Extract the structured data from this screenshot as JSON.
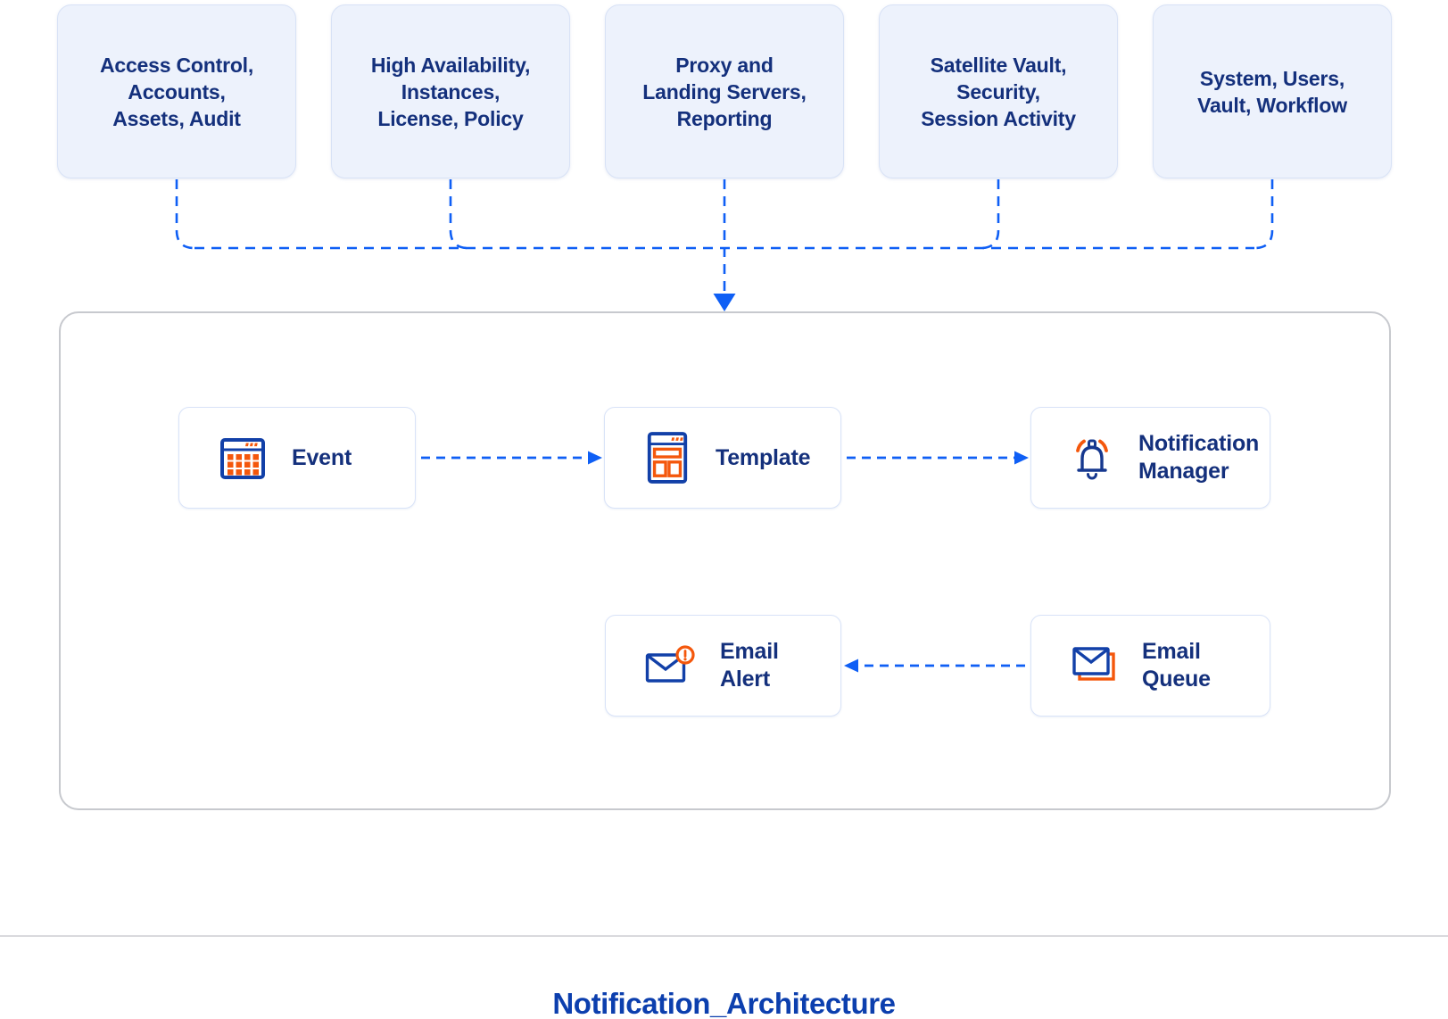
{
  "diagram": {
    "title": "Notification_Architecture",
    "source_groups": [
      {
        "label": "Access Control,\nAccounts,\nAssets, Audit"
      },
      {
        "label": "High Availability,\nInstances,\nLicense, Policy"
      },
      {
        "label": "Proxy and\nLanding Servers,\nReporting"
      },
      {
        "label": "Satellite Vault,\nSecurity,\nSession Activity"
      },
      {
        "label": "System, Users,\nVault, Workflow"
      }
    ],
    "flow_nodes": [
      {
        "label": "Event",
        "icon": "calendar-grid-icon"
      },
      {
        "label": "Template",
        "icon": "layout-window-icon"
      },
      {
        "label": "Notification\nManager",
        "icon": "bell-icon"
      },
      {
        "label": "Email\nAlert",
        "icon": "email-alert-icon"
      },
      {
        "label": "Email\nQueue",
        "icon": "email-queue-icon"
      }
    ],
    "colors": {
      "accent_blue": "#0f5ff5",
      "navy_text": "#14307c",
      "icon_blue": "#1240a8",
      "orange": "#f4570c",
      "group_fill": "#edf2fc",
      "group_border": "#d8e2f6",
      "frame_border": "#c7c9ce",
      "title_blue": "#0c3fae"
    }
  }
}
